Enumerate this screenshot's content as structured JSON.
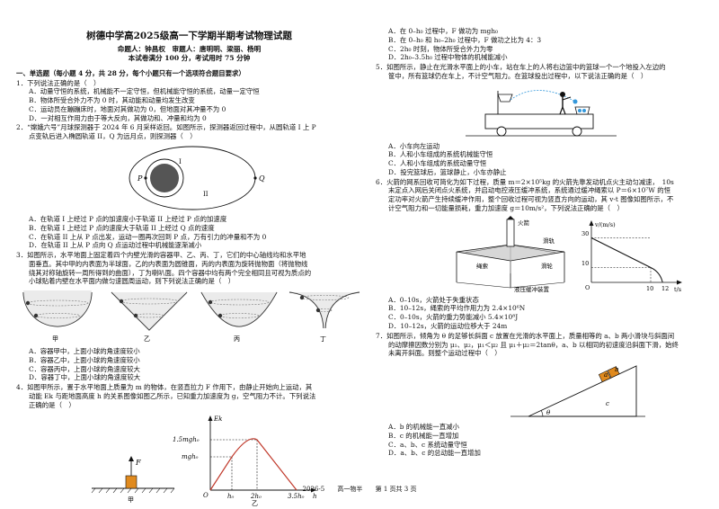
{
  "header": {
    "title": "树德中学高2025级高一下学期半期考试物理试题",
    "authors": "命题人：钟昌权　审题人：唐明明、梁丽、杨明",
    "score_note": "本试卷满分 100 分，考试用时 75 分钟"
  },
  "section1": {
    "heading": "一、单选题（每小题 4 分，共 28 分，每个小题只有一个选项符合题目要求）",
    "q1": {
      "stem": "1．下列说法正确的是（　）",
      "options": [
        "A．动量守恒的系统，机械能不一定守恒，但机械能守恒的系统，动量一定守恒",
        "B．物体所受合外力不为 0 时，其动能和动量均发生改变",
        "C．运动员在蹦蹦床时，地面对其做功为 0，但地面对其冲量不为 0",
        "D．一对相互作用力由于等大反向，其做功和、冲量和均为 0"
      ]
    },
    "q2": {
      "stem1": "2．“嫦娥六号”月球探测器于 2024 年 6 月采样返回。如图所示，探测器返回过程中，从圆轨道 I 上 P",
      "stem2": "点变轨后进入椭圆轨道 II，Q 为远月点，则探测器（　）",
      "fig": {
        "p": "P",
        "q": "Q",
        "orbit1": "I",
        "orbit2": "II"
      },
      "options": [
        "A．在轨道 I 上经过 P 点的加速度小于轨道 II 上经过 P 点的加速度",
        "B．在轨道 I 上经过 P 点的速度大于轨道 II 上经过 Q 点的速度",
        "C．在轨道 II 上从 P 点出发，运动一圈再次回到 P 点，万有引力的冲量和不为 0",
        "D．在轨道 II 上从 P 点向 Q 点运动过程中机械能逐渐减小"
      ]
    },
    "q3": {
      "stem1": "3．如图所示，水平地面上固定着四个内壁光滑的容器甲、乙、丙、丁，它们的中心轴线均和水平地",
      "stem2": "面垂直。其中甲的内表面为半球面，乙的内表面为圆锥面，丙的内表面为旋转抛物面（将抛物线",
      "stem3": "绕其对称轴旋转一周所得到的曲面），丁为喇叭面。四个容器中均有两个完全相同且可视为质点的",
      "stem4": "小球贴着内壁在水平面内做匀速圆周运动，则下列说法正确的是（　）",
      "fig_labels": [
        "甲",
        "乙",
        "丙",
        "丁"
      ],
      "options": [
        "A．容器甲中，上面小球的角速度较小",
        "B．容器乙中，上面小球的角速度较小",
        "C．容器丙中，上面小球的角速度较大",
        "D．容器丁中，上面小球的角速度较大"
      ]
    },
    "q4": {
      "stem1": "4．如图甲所示，置于水平地面上质量为 m 的物体，在竖直拉力 F 作用下，由静止开始向上运动，其",
      "stem2": "动能 Ek 与距地面高度 h 的关系图像如图乙所示，已知重力加速度为 g，空气阻力不计。下列说法",
      "stem3": "正确的是（　）",
      "fig": {
        "force": "F",
        "label_a": "甲",
        "label_b": "乙",
        "yaxis": "Ek",
        "xaxis": "h",
        "origin": "O",
        "y1": "1.5mgh₀",
        "y2": "mgh₀",
        "x1": "h₀",
        "x2": "2h₀",
        "x3": "3.5h₀"
      }
    }
  },
  "right": {
    "q4_options": [
      "A．在 0–h₀ 过程中，F 做功为 mgh₀",
      "B．在 0–h₀ 和 h₀–2h₀ 过程中，F 做功之比为 4：3",
      "C．2h₀ 时刻，物体所受合外力为零",
      "D．2h₀–3.5h₀ 过程中物体的机械能减小"
    ],
    "q5": {
      "stem1": "5．如图所示，静止在光滑水平面上的小车，站在车上的人将右边篮中的篮球一个一个地投入左边的",
      "stem2": "筐中，所有篮球仍在车上，不计空气阻力。在篮球投出过程中，以下说法正确的是（　）",
      "options": [
        "A．小车向左运动",
        "B．人和小车组成的系统机械能守恒",
        "C．人和小车组成的系统动量守恒",
        "D．投完篮球后，篮球静止，小车亦静止"
      ]
    },
    "q6": {
      "stem1": "6．火箭的网系回收可简化为如下过程，质量 m＝2×10⁵kg 的火箭先靠发动机点火主动匀减速，　10s",
      "stem2": "末定点入网后关闭点火系统，并启动电控液压缓冲系统，系统通过缓冲绳索以 P＝6×10⁷W 的恒",
      "stem3": "定功率对火箭产生持续缓冲作用，整个回收过程可视为竖直方向的运动，其 v-t 图像如图所示，不",
      "stem4": "计空气阻力和一切能量损耗，重力加速度 g＝10m/s²，下列说法正确的是（　）",
      "fig": {
        "rocket": "火箭",
        "slide": "滑轨",
        "rope": "绳索",
        "pulley": "滑轮",
        "hydraulic": "液压缓冲装置",
        "yaxis": "v/(m/s)",
        "xaxis": "t/s",
        "origin": "O",
        "v0": "30",
        "v1": "10",
        "t1": "10",
        "t2": "12"
      },
      "options": [
        "A．0–10s，火箭处于失重状态",
        "B．10–12s，绳索的平均作用力为 2.4×10⁶N",
        "C．0–10s，火箭的重力势能减小 5.4×10⁸J",
        "D．10–12s，火箭的运动位移大于 24m"
      ]
    },
    "q7": {
      "stem1": "7．如图所示，倾角为 θ 的足够长斜面 c 放置在光滑的水平面上，质量相等的 a、b 两小滑块与斜面间",
      "stem2": "的动摩擦因数分别为 μ₁、μ₂，μ₁＜μ₂ 且 μ₁＋μ₂＝2tanθ，a、b 以相同的初速度沿斜面下滑，始终",
      "stem3": "未离开斜面。则整个运动过程中（　）",
      "fig": {
        "a": "a",
        "b": "b",
        "c": "c",
        "theta": "θ"
      },
      "options": [
        "A．b 的机械能一直减小",
        "B．c 的机械能一直增加",
        "C．a、b、c 系统动量守恒",
        "D．a、b、c 的总动能一直增加"
      ]
    }
  },
  "footer": {
    "date": "2026-5",
    "grade": "高一物半",
    "page": "第 1 页共 3 页"
  }
}
